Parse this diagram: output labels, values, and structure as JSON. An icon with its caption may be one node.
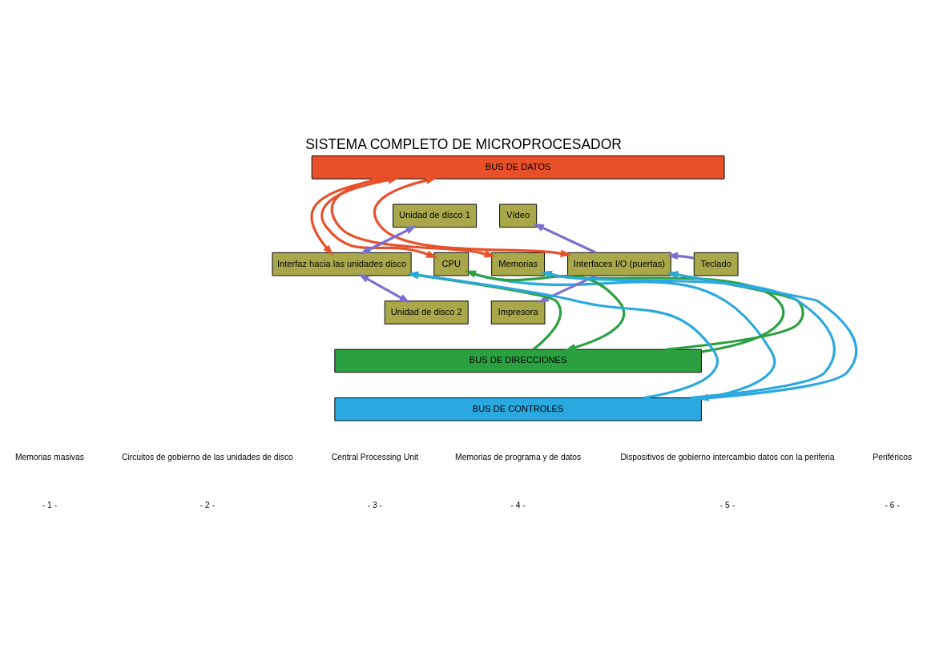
{
  "diagram": {
    "title": "SISTEMA COMPLETO DE MICROPROCESADOR",
    "nodes": [
      {
        "text": [
          "BUS DE DATOS"
        ]
      },
      {
        "text": [
          "Unidad de disco 1"
        ]
      },
      {
        "text": [
          "Interfaz hacia las unidades disco"
        ]
      },
      {
        "text": [
          "CPU"
        ]
      },
      {
        "text": [
          "Memorias"
        ]
      },
      {
        "text": [
          "Interfaces I/O (puertas)"
        ]
      },
      {
        "text": [
          "Vídeo"
        ]
      },
      {
        "text": [
          "Teclado"
        ]
      },
      {
        "text": [
          "Unidad de disco 2"
        ]
      },
      {
        "text": [
          "Impresora"
        ]
      },
      {
        "text": [
          "BUS DE DIRECCIONES"
        ]
      },
      {
        "text": [
          "BUS DE CONTROLES"
        ]
      }
    ],
    "edges": [
      {
        "from": 0,
        "to": 2,
        "arrow": "both",
        "color": "#e8502a"
      },
      {
        "from": 0,
        "to": 3,
        "arrow": "both",
        "color": "#e8502a"
      },
      {
        "from": 0,
        "to": 4,
        "arrow": "both",
        "color": "#e8502a"
      },
      {
        "from": 0,
        "to": 5,
        "arrow": "both",
        "color": "#e8502a"
      },
      {
        "from": 1,
        "to": 2,
        "arrow": "both"
      },
      {
        "from": 8,
        "to": 2,
        "arrow": "both"
      },
      {
        "from": 5,
        "to": 6,
        "arrow": "to"
      },
      {
        "from": 7,
        "to": 5,
        "arrow": "to"
      },
      {
        "from": 5,
        "to": 9,
        "arrow": "to"
      },
      {
        "from": 11,
        "to": 2,
        "arrow": "to",
        "color": "#2aa8e0"
      },
      {
        "from": 10,
        "to": 2,
        "arrow": "to",
        "color": "#2aa040"
      },
      {
        "from": 3,
        "to": 11,
        "arrow": "to",
        "color": "#2aa8e0"
      },
      {
        "from": 10,
        "to": 3,
        "arrow": "both",
        "color": "#2aa040"
      },
      {
        "from": 11,
        "to": 4,
        "arrow": "to",
        "color": "#2aa8e0"
      },
      {
        "from": 10,
        "to": 4,
        "arrow": "to",
        "color": "#2aa040"
      },
      {
        "from": 11,
        "to": 5,
        "arrow": "to",
        "color": "#2aa8e0"
      },
      {
        "from": 10,
        "to": 5,
        "arrow": "to",
        "color": "#2aa040"
      }
    ],
    "labels": [
      "Memorias masivas",
      "Circuitos de gobierno de las unidades de disco",
      "Central Processing Unit",
      "Memorias de programa y de datos",
      "Dispositivos de gobierno intercambio datos con la periferia",
      "Periféricos",
      "- 1 -",
      "- 2 -",
      "- 3 -",
      "- 4 -",
      "- 5 -",
      "- 6 -"
    ]
  }
}
